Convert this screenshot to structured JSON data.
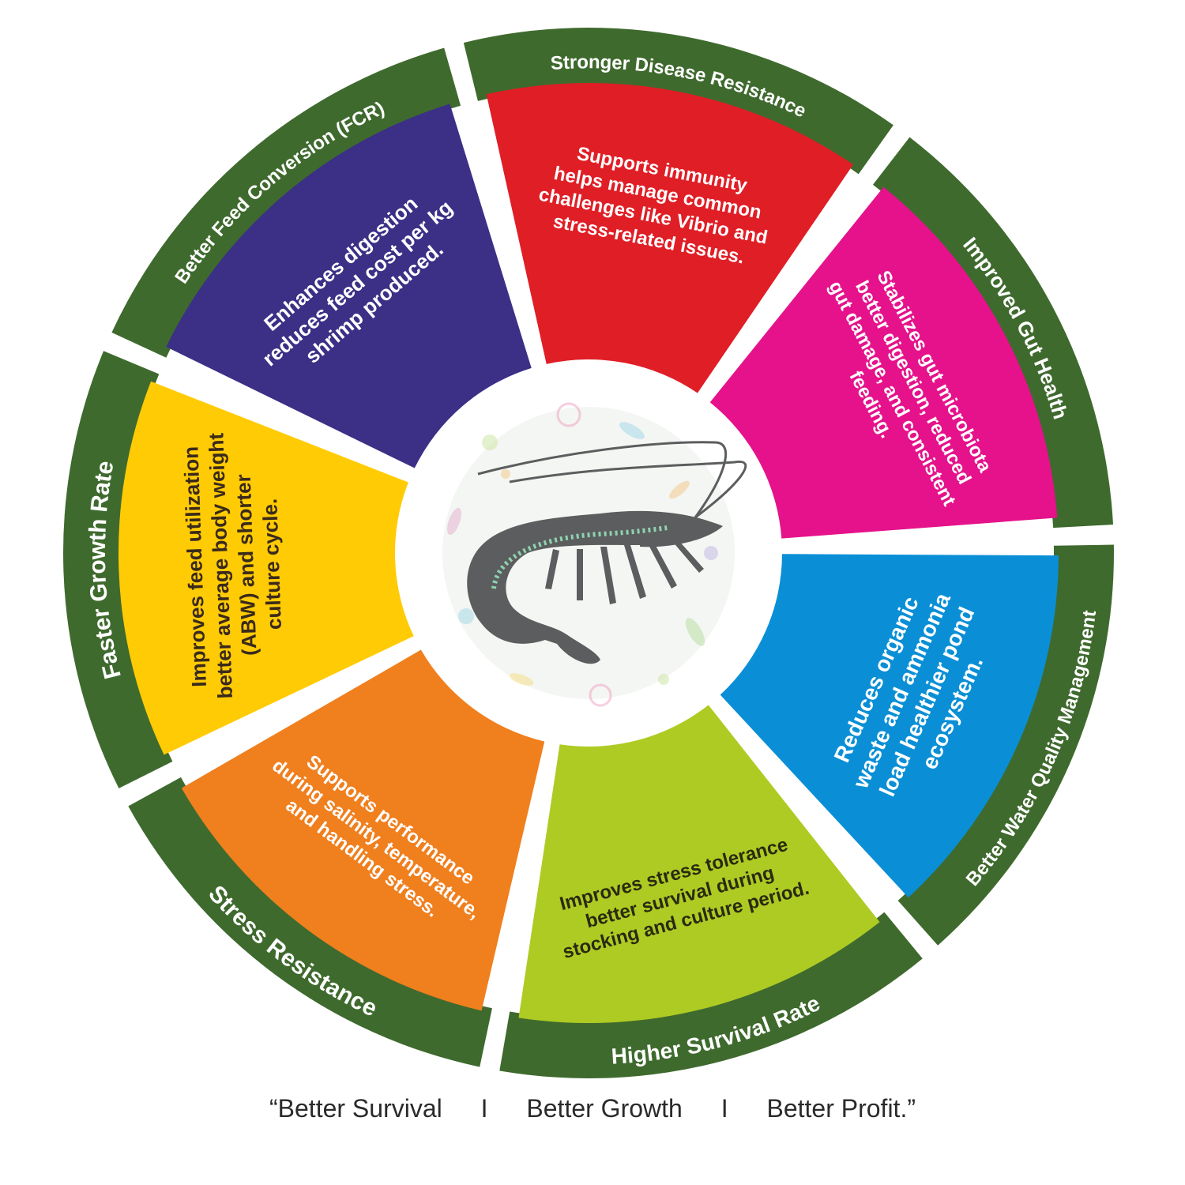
{
  "segments": [
    {
      "title": "Faster Growth Rate",
      "color": "#FFCB05",
      "text_color": "#3a2a1a",
      "lines": [
        "Improves feed utilization",
        "better average body weight",
        "(ABW) and shorter",
        "culture cycle."
      ]
    },
    {
      "title": "Better Feed Conversion (FCR)",
      "color": "#3B2F86",
      "text_color": "#ffffff",
      "lines": [
        "Enhances digestion",
        "reduces feed cost per kg",
        "shrimp produced."
      ]
    },
    {
      "title": "Stronger Disease Resistance",
      "color": "#E01E26",
      "text_color": "#ffffff",
      "lines": [
        "Supports immunity",
        "helps manage common",
        "challenges like Vibrio and",
        "stress-related issues."
      ]
    },
    {
      "title": "Improved Gut Health",
      "color": "#E5128B",
      "text_color": "#ffffff",
      "lines": [
        "Stabilizes gut microbiota",
        "better digestion, reduced",
        "gut damage, and consistent",
        "feeding."
      ]
    },
    {
      "title": "Better Water Quality Management",
      "color": "#0A8FD6",
      "text_color": "#ffffff",
      "lines": [
        "Reduces organic",
        "waste and ammonia",
        "load healthier pond",
        "ecosystem."
      ]
    },
    {
      "title": "Higher Survival Rate",
      "color": "#AECB23",
      "text_color": "#2a2a10",
      "lines": [
        "Improves stress tolerance",
        "better survival during",
        "stocking and culture period."
      ]
    },
    {
      "title": "Stress Resistance",
      "color": "#F07F1E",
      "text_color": "#ffffff",
      "lines": [
        "Supports performance",
        "during salinity, temperature,",
        "and handling stress."
      ]
    }
  ],
  "band_color": "#3F6A2E",
  "center_icon": "shrimp-icon",
  "tagline": [
    "“Better Survival",
    "I",
    "Better Growth",
    "I",
    "Better Profit.”"
  ]
}
